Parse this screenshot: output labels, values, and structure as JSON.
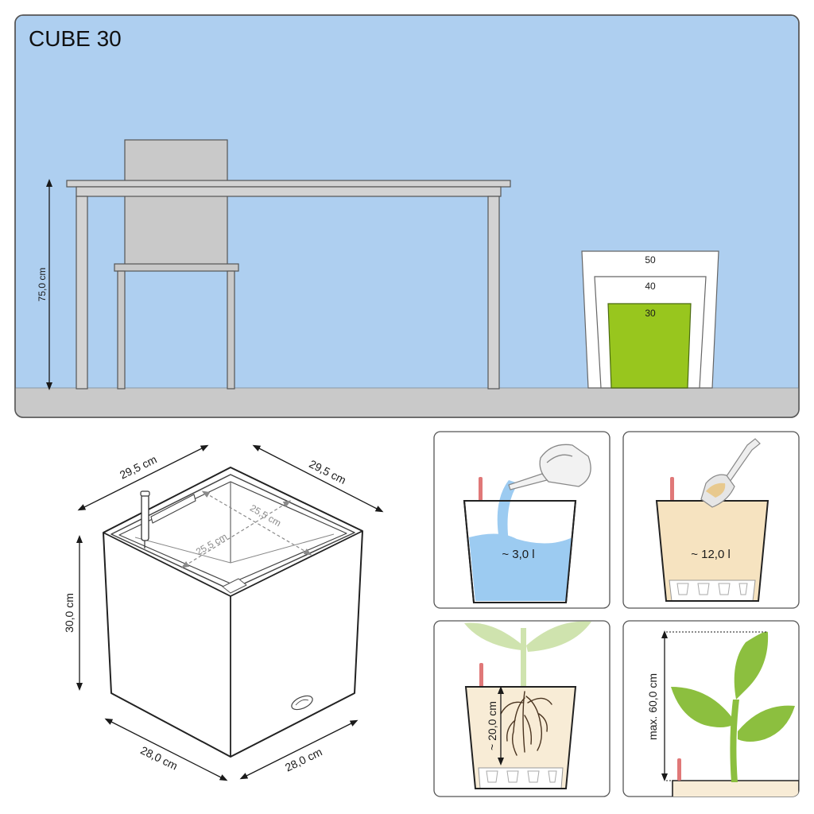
{
  "scene": {
    "title": "CUBE 30",
    "table_height": "75,0 cm",
    "size_labels": [
      "50",
      "40",
      "30"
    ]
  },
  "dimensions": {
    "top_left": "29,5 cm",
    "top_right": "29,5 cm",
    "inner_a": "25,5 cm",
    "inner_b": "25,5 cm",
    "height": "30,0 cm",
    "bottom_left": "28,0 cm",
    "bottom_right": "28,0 cm"
  },
  "steps": {
    "water": "~ 3,0 l",
    "soil": "~ 12,0 l",
    "roots": "~ 20,0 cm",
    "plant": "max. 60,0 cm"
  },
  "colors": {
    "wall": "#aecff0",
    "floor": "#c9c9c9",
    "green": "#98c61e",
    "water": "#9ccbf1",
    "soil": "#f6e3c0"
  }
}
